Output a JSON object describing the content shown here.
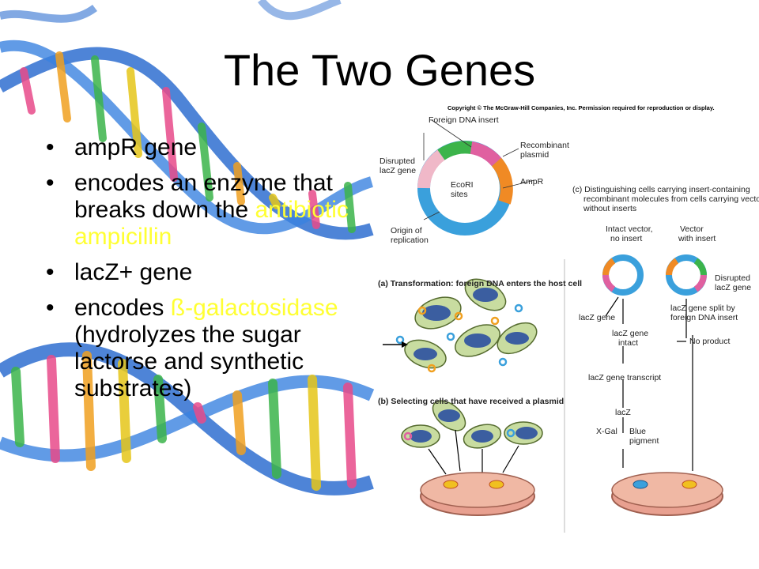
{
  "slide": {
    "title": "The Two Genes",
    "bullets": [
      {
        "parts": [
          "ampR gene"
        ]
      },
      {
        "parts": [
          "encodes an enzyme that breaks down the "
        ],
        "highlight": "antibiotic ampicillin"
      },
      {
        "parts": [
          "lacZ+ gene"
        ]
      },
      {
        "parts": [
          "encodes "
        ],
        "highlight": "ß-galactosidase",
        "after": " (hydrolyzes the sugar lactorse and synthetic substrates)"
      }
    ],
    "bullet_char": "•",
    "colors": {
      "highlight": "#ffff33",
      "title": "#000000",
      "text": "#000000"
    }
  },
  "figure": {
    "copyright": "Copyright © The McGraw-Hill Companies, Inc. Permission required for reproduction or display.",
    "plasmid_labels": {
      "foreign_insert": "Foreign DNA insert",
      "disrupted_1": "Disrupted",
      "disrupted_2": "lacZ gene",
      "recombinant_1": "Recombinant",
      "recombinant_2": "plasmid",
      "ecori_1": "EcoRI",
      "ecori_2": "sites",
      "ampr": "AmpR",
      "origin_1": "Origin of",
      "origin_2": "replication"
    },
    "panel_a": "(a) Transformation: foreign DNA enters the host cell",
    "panel_b": "(b) Selecting cells that have received a plasmid",
    "panel_c": {
      "line1": "(c) Distinguishing cells carrying insert-containing",
      "line2": "recombinant molecules from cells carrying vectors",
      "line3": "without inserts",
      "intact_1": "Intact vector,",
      "intact_2": "no insert",
      "vector_1": "Vector",
      "vector_2": "with insert",
      "disrupted_1": "Disrupted",
      "disrupted_2": "lacZ gene",
      "lacz_gene": "lacZ gene",
      "split_1": "lacZ gene split by",
      "split_2": "foreign DNA insert",
      "lacz_intact_1": "lacZ gene",
      "lacz_intact_2": "intact",
      "no_product": "No product",
      "transcript": "lacZ gene transcript",
      "lacz": "lacZ",
      "xgal": "X-Gal",
      "blue_1": "Blue",
      "blue_2": "pigment"
    }
  }
}
